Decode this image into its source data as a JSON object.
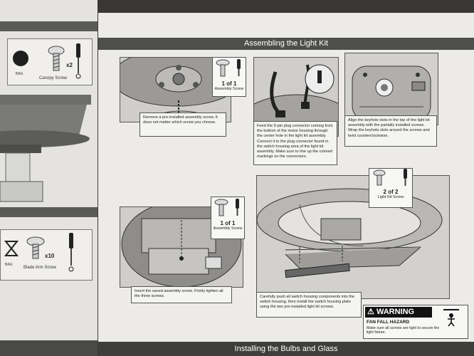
{
  "left_page": {
    "canopy_bag": "BAG",
    "canopy_qty": "x2",
    "canopy_label": "Canopy Screw",
    "blade_bag": "BAG",
    "blade_qty": "x10",
    "blade_label": "Blade Arm Screw"
  },
  "header": "Assembling the Light Kit",
  "footer": "Installing the Bulbs and Glass",
  "steps": [
    {
      "text": "Remove a pre-installed assembly screw. It does not matter which screw you choose."
    },
    {
      "text": "Feed the 9-pin plug connector coming from the bottom of the motor housing through the center hole in the light kit assembly. Connect it to the plug connector found in the switch housing area of the light kit assembly. Make sure to line up the colored markings on the connectors."
    },
    {
      "text": "Align the keyhole slots in the top of the light kit assembly with the partially installed screws. Wrap the keyhole slots around the screws and twist counterclockwise."
    },
    {
      "text": "Insert the saved assembly screw. Firmly tighten all the three screws."
    },
    {
      "text": "Carefully push all switch housing components into the switch housing, then install the switch housing plate using the two pre-installed light kit screws."
    }
  ],
  "hardware": [
    {
      "count": "1 of 1",
      "label": "Assembly Screw"
    },
    {
      "count": "1 of 1",
      "label": "Assembly Screw"
    },
    {
      "count": "2 of 2",
      "label": "Light Kit Screw"
    }
  ],
  "warning": {
    "title": "WARNING",
    "subtitle": "FAN FALL HAZARD",
    "text": "Make sure all screws are tight to secure the light fixture."
  }
}
